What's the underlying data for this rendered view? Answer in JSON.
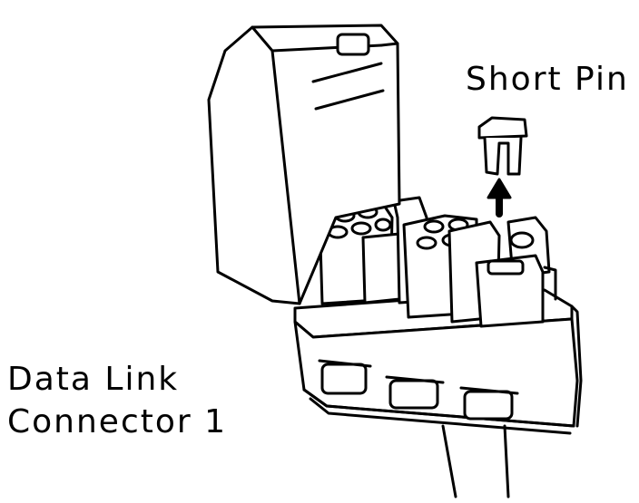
{
  "labels": {
    "short_pin": "Short Pin",
    "data_link_line1": "Data Link",
    "data_link_line2": "Connector 1"
  },
  "colors": {
    "ink": "#000000",
    "paper": "#ffffff"
  }
}
